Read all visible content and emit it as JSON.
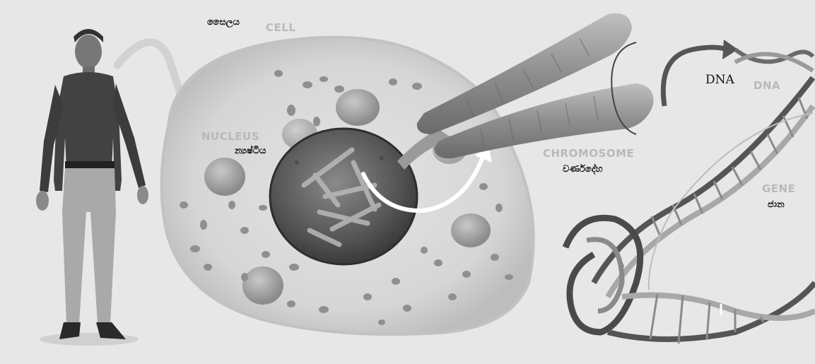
{
  "labels": {
    "cell_si": "සෛලය",
    "cell_en": "CELL",
    "nucleus_en": "NUCLEUS",
    "nucleus_si": "න්‍යෂ්ටිය",
    "chromosome_en": "CHROMOSOME",
    "chromosome_si": "වර්ණදේහ",
    "dna_black": "DNA",
    "dna_grey": "DNA",
    "gene_en": "GENE",
    "gene_si": "ජාන"
  }
}
